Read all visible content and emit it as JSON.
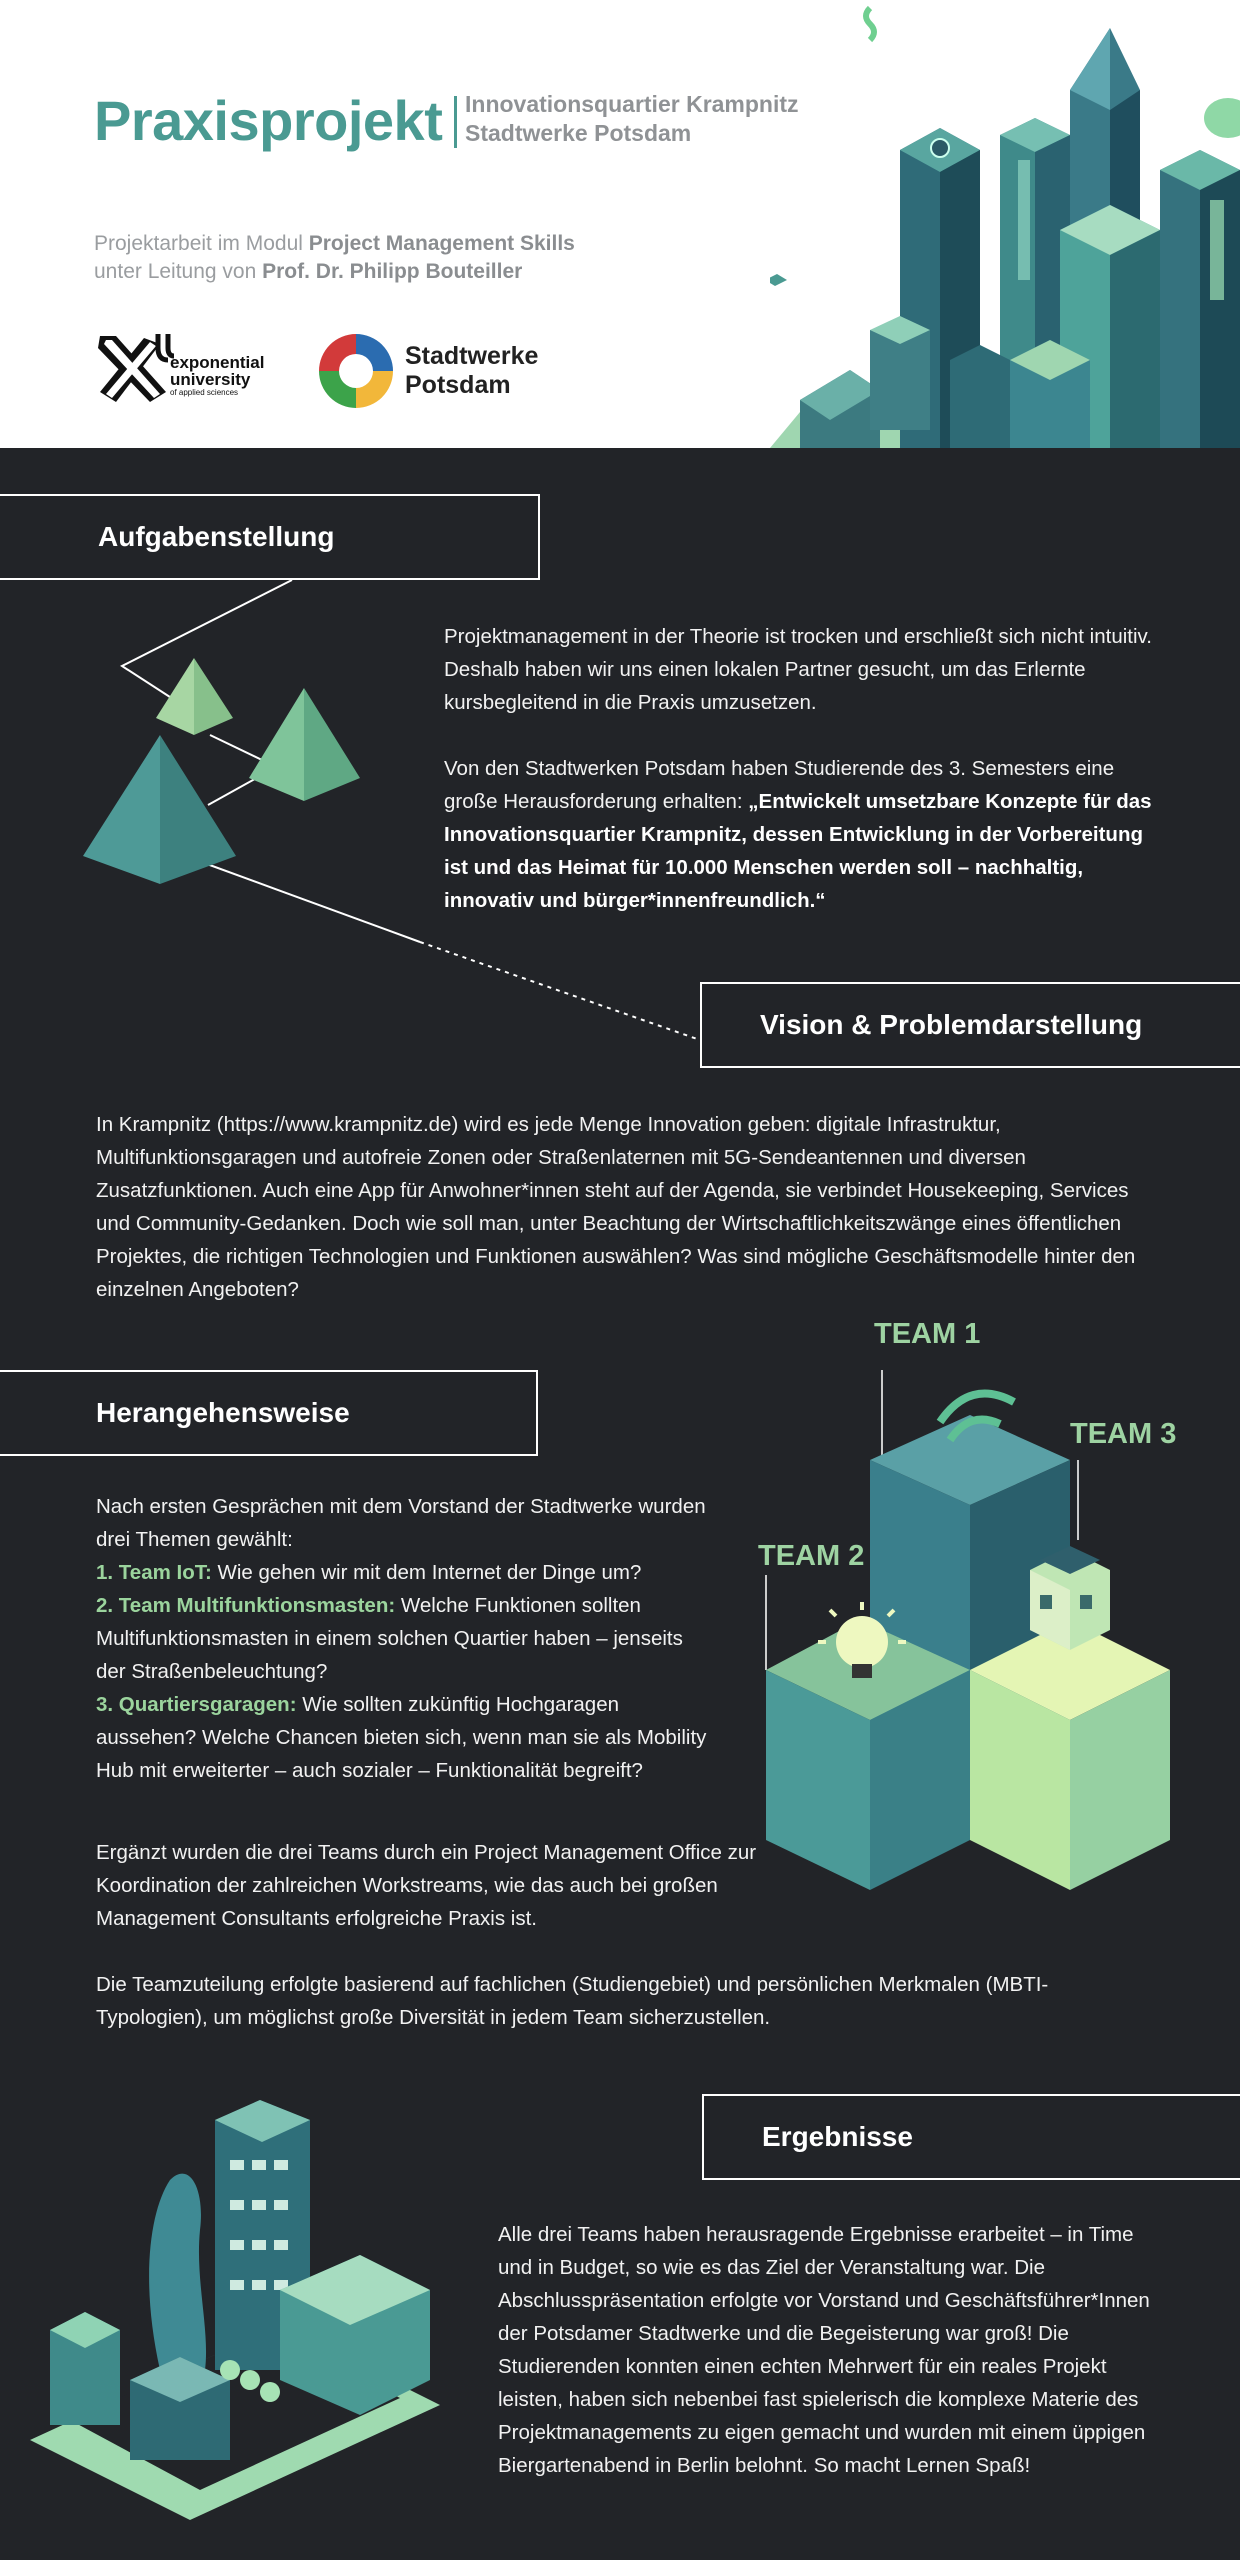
{
  "header": {
    "title": "Praxisprojekt",
    "subtitle_line1": "Innovationsquartier Krampnitz",
    "subtitle_line2": "Stadtwerke Potsdam",
    "credit_line1_prefix": "Projektarbeit im Modul ",
    "credit_line1_bold": "Project Management Skills",
    "credit_line2_prefix": "unter Leitung von ",
    "credit_line2_bold": "Prof. Dr. Philipp Bouteiller",
    "logo_u_line1": "exponential",
    "logo_u_line2": "university",
    "logo_u_line3": "of applied sciences",
    "logo_sw_line1": "Stadtwerke",
    "logo_sw_line2": "Potsdam"
  },
  "sections": {
    "aufgaben": {
      "heading": "Aufgabenstellung",
      "p1": "Projektmanagement in der Theorie ist trocken und erschließt sich nicht intuitiv. Deshalb haben wir uns einen lokalen Partner gesucht, um das Erlernte kursbegleitend in die Praxis umzusetzen.",
      "p2_prefix": "Von den Stadtwerken Potsdam haben Studierende des 3. Semesters eine große Herausforderung erhalten: ",
      "p2_bold": "„Entwickelt umsetzbare Konzepte für das Innovationsquartier Krampnitz, dessen Entwicklung in der Vorbereitung ist und das Heimat für 10.000 Menschen werden soll – nachhaltig, innovativ und bürger*innenfreundlich.“"
    },
    "vision": {
      "heading": "Vision & Problemdarstellung",
      "p1": "In Krampnitz (https://www.krampnitz.de) wird es jede Menge Innovation geben: digitale Infrastruktur, Multifunktionsgaragen und autofreie Zonen oder Straßenlaternen mit 5G-Sendeantennen und diversen Zusatzfunktionen. Auch eine App für Anwohner*innen steht auf der Agenda, sie verbindet Housekeeping, Services und Community-Gedanken. Doch wie soll man, unter Beachtung der Wirtschaftlichkeitszwänge eines öffentlichen Projektes, die richtigen Technologien und Funktionen auswählen? Was sind mögliche Geschäftsmodelle hinter den einzelnen Angeboten?"
    },
    "herangehen": {
      "heading": "Herangehensweise",
      "intro": "Nach ersten Gesprächen mit dem Vorstand der Stadtwerke wurden drei Themen gewählt:",
      "t1_label": "1. Team IoT:",
      "t1_text": " Wie gehen wir mit dem Internet der Dinge um?",
      "t2_label": "2. Team Multifunktionsmasten:",
      "t2_text": " Welche Funktionen sollten Multifunktionsmasten in einem solchen Quartier haben – jenseits der Straßenbeleuchtung?",
      "t3_label": "3. Quartiersgaragen:",
      "t3_text": " Wie sollten zukünftig Hochgaragen aussehen? Welche Chancen bieten sich, wenn man sie als Mobility Hub mit erweiterter – auch sozialer – Funktionalität begreift?",
      "p2": "Ergänzt wurden die drei Teams durch ein Project Management Office zur Koordination der zahlreichen Workstreams, wie das auch bei großen Management Consultants erfolgreiche Praxis ist.",
      "p3": "Die Teamzuteilung erfolgte basierend auf fachlichen (Studiengebiet) und persönlichen Merkmalen (MBTI-Typologien), um möglichst große Diversität in jedem Team sicherzustellen.",
      "team1": "TEAM 1",
      "team2": "TEAM 2",
      "team3": "TEAM 3"
    },
    "ergebnisse": {
      "heading": "Ergebnisse",
      "p1": "Alle drei Teams haben herausragende Ergebnisse erarbeitet – in Time und in Budget, so wie es das Ziel der Veranstaltung war. Die Abschlusspräsentation erfolgte vor Vorstand und Geschäftsführer*Innen der Potsdamer Stadtwerke und die Begeisterung war groß! Die Studierenden konnten einen echten Mehrwert für ein reales Projekt leisten, haben sich nebenbei fast spielerisch die komplexe Materie des Projektmanagements zu eigen gemacht und wurden mit einem üppigen Biergartenabend in Berlin belohnt. So macht Lernen Spaß!"
    }
  },
  "colors": {
    "accent": "#4a9a92",
    "team_green": "#9ed3a2",
    "dark_bg": "#222428"
  }
}
